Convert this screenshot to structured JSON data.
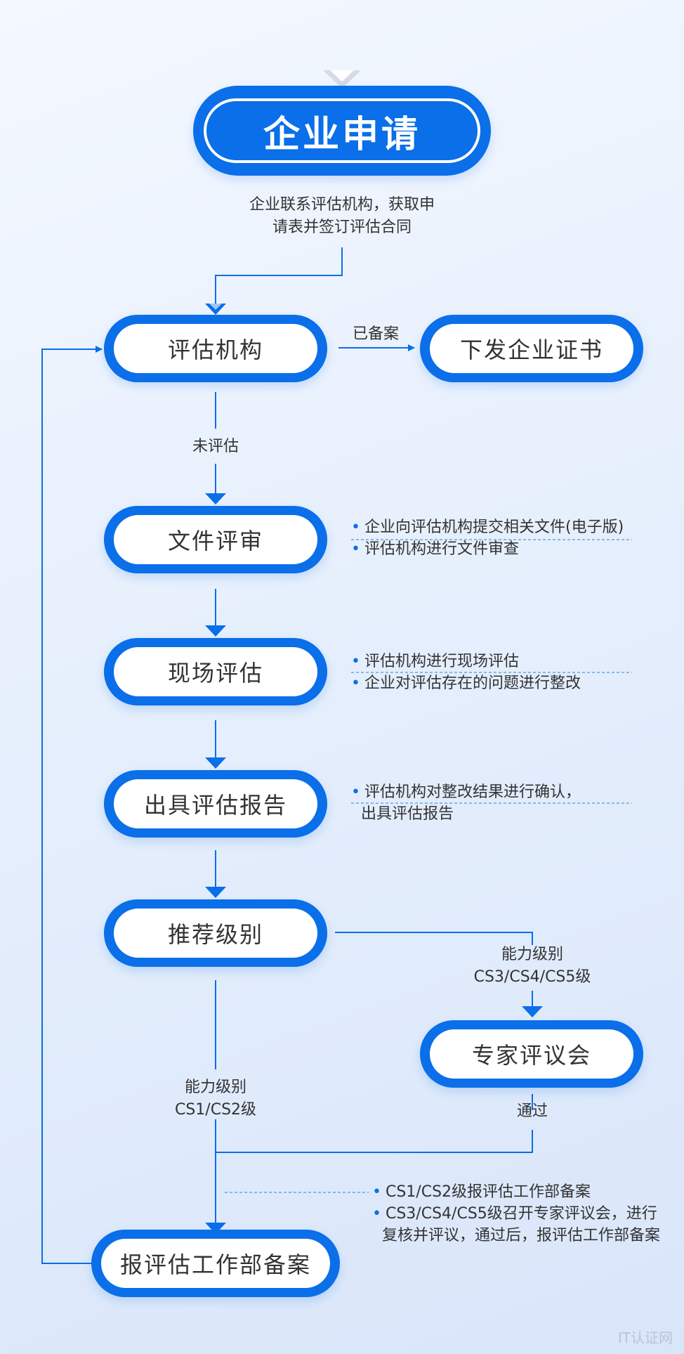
{
  "nodes": {
    "apply": "企业申请",
    "agency": "评估机构",
    "certificate": "下发企业证书",
    "doc_review": "文件评审",
    "onsite": "现场评估",
    "report": "出具评估报告",
    "recommend": "推荐级别",
    "expert": "专家评议会",
    "filing": "报评估工作部备案"
  },
  "edge_labels": {
    "apply_desc_1": "企业联系评估机构，获取申",
    "apply_desc_2": "请表并签订评估合同",
    "filed": "已备案",
    "not_assessed": "未评估",
    "high_level_1": "能力级别",
    "high_level_2": "CS3/CS4/CS5级",
    "low_level_1": "能力级别",
    "low_level_2": "CS1/CS2级",
    "passed": "通过"
  },
  "notes": {
    "doc_review": [
      "企业向评估机构提交相关文件(电子版)",
      "评估机构进行文件审查"
    ],
    "onsite": [
      "评估机构进行现场评估",
      "企业对评估存在的问题进行整改"
    ],
    "report": [
      "评估机构对整改结果进行确认，",
      "出具评估报告"
    ],
    "filing": [
      "CS1/CS2级报评估工作部备案",
      "CS3/CS4/CS5级召开专家评议会，进行",
      "复核并评议，通过后，报评估工作部备案"
    ]
  },
  "watermark": "IT认证网",
  "colors": {
    "primary": "#0a6fe8",
    "line": "#0a6fe8",
    "text": "#333333"
  }
}
